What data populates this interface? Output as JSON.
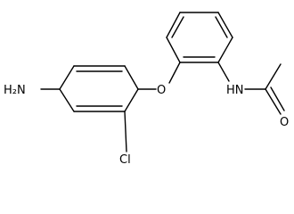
{
  "structure": {
    "atom_labels": {
      "amine": "H₂N",
      "ether_oxygen": "O",
      "chlorine": "Cl",
      "amide_nitrogen": "HN",
      "carbonyl_oxygen": "O"
    },
    "colors": {
      "ink": "#000000",
      "background": "#ffffff"
    }
  }
}
